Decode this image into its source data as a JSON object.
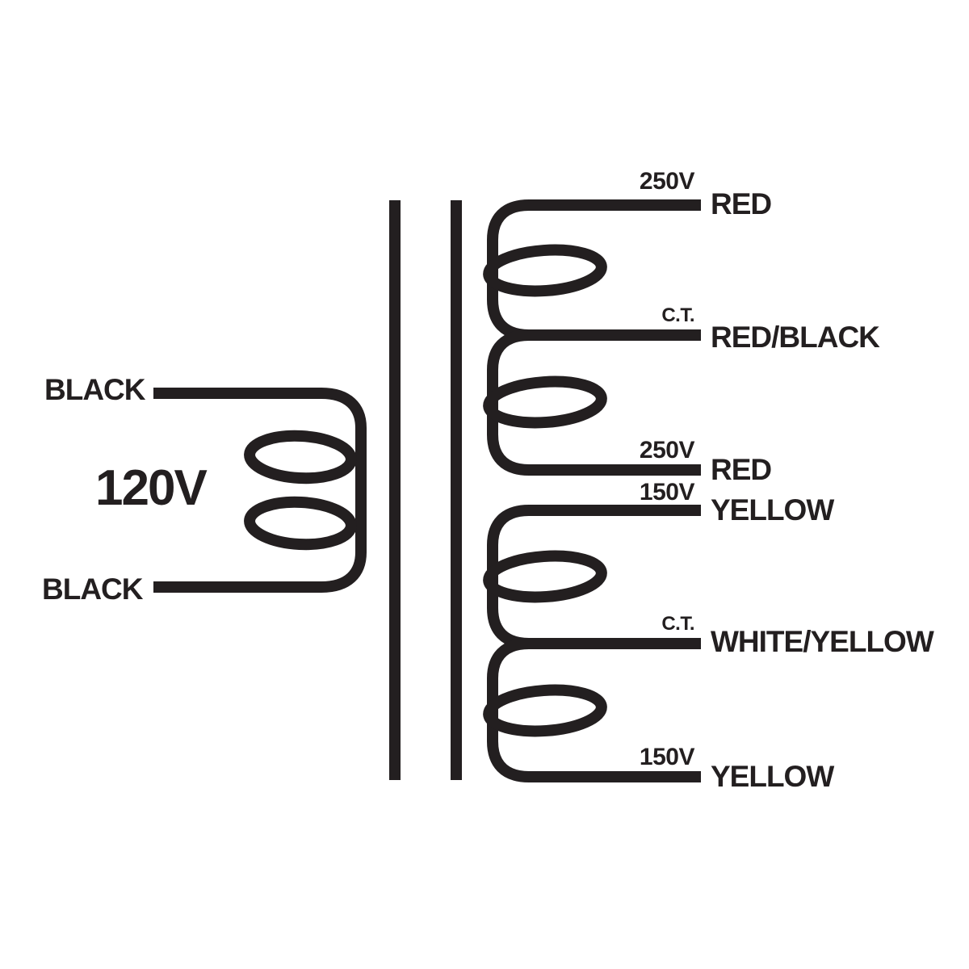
{
  "colors": {
    "ink": "#231f20",
    "background": "#ffffff"
  },
  "primary": {
    "voltage": "120V",
    "top_lead": {
      "label": "BLACK"
    },
    "bottom_lead": {
      "label": "BLACK"
    }
  },
  "secondaries": [
    {
      "top": {
        "voltage": "250V",
        "wire": "RED"
      },
      "center_tap": {
        "tap": "C.T.",
        "wire": "RED/BLACK"
      },
      "bottom": {
        "voltage": "250V",
        "wire": "RED"
      }
    },
    {
      "top": {
        "voltage": "150V",
        "wire": "YELLOW"
      },
      "center_tap": {
        "tap": "C.T.",
        "wire": "WHITE/YELLOW"
      },
      "bottom": {
        "voltage": "150V",
        "wire": "YELLOW"
      }
    }
  ]
}
